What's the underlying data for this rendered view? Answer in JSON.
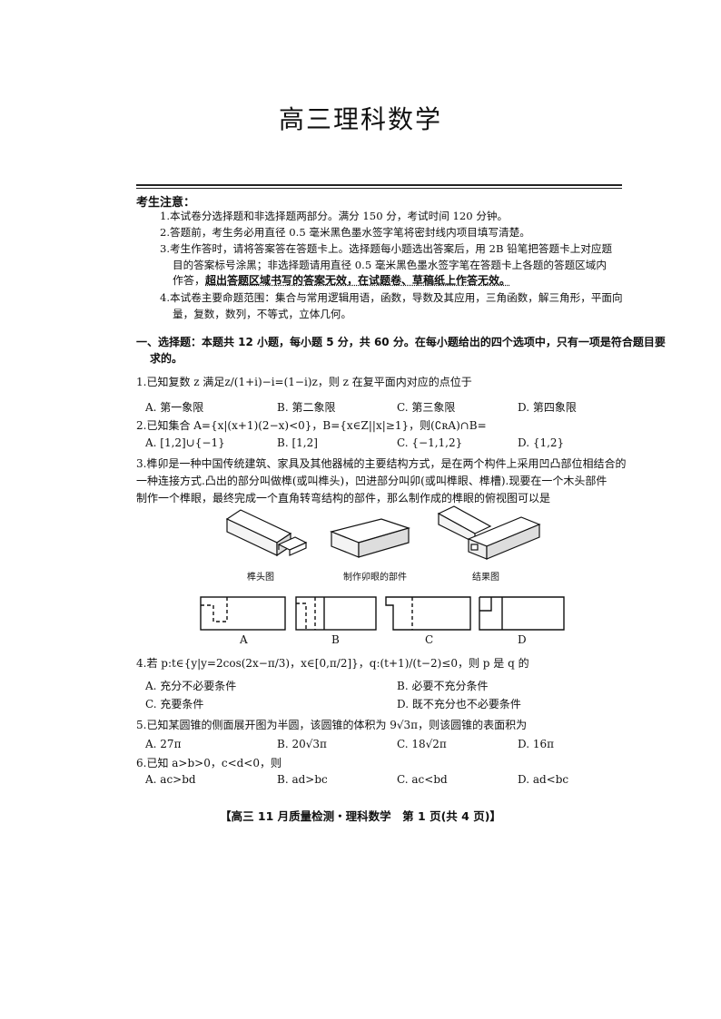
{
  "title": "高三理科数学",
  "notice": {
    "heading": "考生注意：",
    "items": [
      "1.本试卷分选择题和非选择题两部分。满分 150 分，考试时间 120 分钟。",
      "2.答题前，考生务必用直径 0.5 毫米黑色墨水签字笔将密封线内项目填写清楚。",
      "3.考生作答时，请将答案答在答题卡上。选择题每小题选出答案后，用 2B 铅笔把答题卡上对应题",
      "目的答案标号涂黑；非选择题请用直径 0.5 毫米黑色墨水签字笔在答题卡上各题的答题区域内",
      "作答，",
      "超出答题区域书写的答案无效，在试题卷、草稿纸上作答无效。",
      "4.本试卷主要命题范围：集合与常用逻辑用语，函数，导数及其应用，三角函数，解三角形，平面向",
      "量，复数，数列，不等式，立体几何。"
    ]
  },
  "section": {
    "line1": "一、选择题：本题共 12 小题，每小题 5 分，共 60 分。在每小题给出的四个选项中，只有一项是符合题目要",
    "line2": "求的。"
  },
  "questions": {
    "q1": {
      "stem": "1.已知复数 z 满足z/(1+i)−i=(1−i)z，则 z 在复平面内对应的点位于",
      "options": [
        "A. 第一象限",
        "B. 第二象限",
        "C. 第三象限",
        "D. 第四象限"
      ]
    },
    "q2": {
      "stem": "2.已知集合 A={x|(x+1)(2−x)<0}，B={x∈Z||x|≥1}，则(∁ʀA)∩B=",
      "options": [
        "A. [1,2]∪{−1}",
        "B. [1,2]",
        "C. {−1,1,2}",
        "D. {1,2}"
      ]
    },
    "q3": {
      "lines": [
        "3.榫卯是一种中国传统建筑、家具及其他器械的主要结构方式，是在两个构件上采用凹凸部位相结合的",
        "一种连接方式.凸出的部分叫做榫(或叫榫头)，凹进部分叫卯(或叫榫眼、榫槽).现要在一个木头部件",
        "制作一个榫眼，最终完成一个直角转弯结构的部件，那么制作成的榫眼的俯视图可以是"
      ],
      "captions": [
        "榫头图",
        "制作卯眼的部件",
        "结果图"
      ],
      "options": [
        "A",
        "B",
        "C",
        "D"
      ]
    },
    "q4": {
      "stem": "4.若 p:t∈{y|y=2cos(2x−π/3)，x∈[0,π/2]}，q:(t+1)/(t−2)≤0，则 p 是 q 的",
      "options": [
        "A. 充分不必要条件",
        "B. 必要不充分条件",
        "C. 充要条件",
        "D. 既不充分也不必要条件"
      ]
    },
    "q5": {
      "stem": "5.已知某圆锥的侧面展开图为半圆，该圆锥的体积为 9√3π，则该圆锥的表面积为",
      "options": [
        "A. 27π",
        "B. 20√3π",
        "C. 18√2π",
        "D. 16π"
      ]
    },
    "q6": {
      "stem": "6.已知 a>b>0，c<d<0，则",
      "options": [
        "A. ac>bd",
        "B. ad>bc",
        "C. ac<bd",
        "D. ad<bc"
      ]
    }
  },
  "footer": "【高三 11 月质量检测・理科数学　第 1 页(共 4 页)】"
}
